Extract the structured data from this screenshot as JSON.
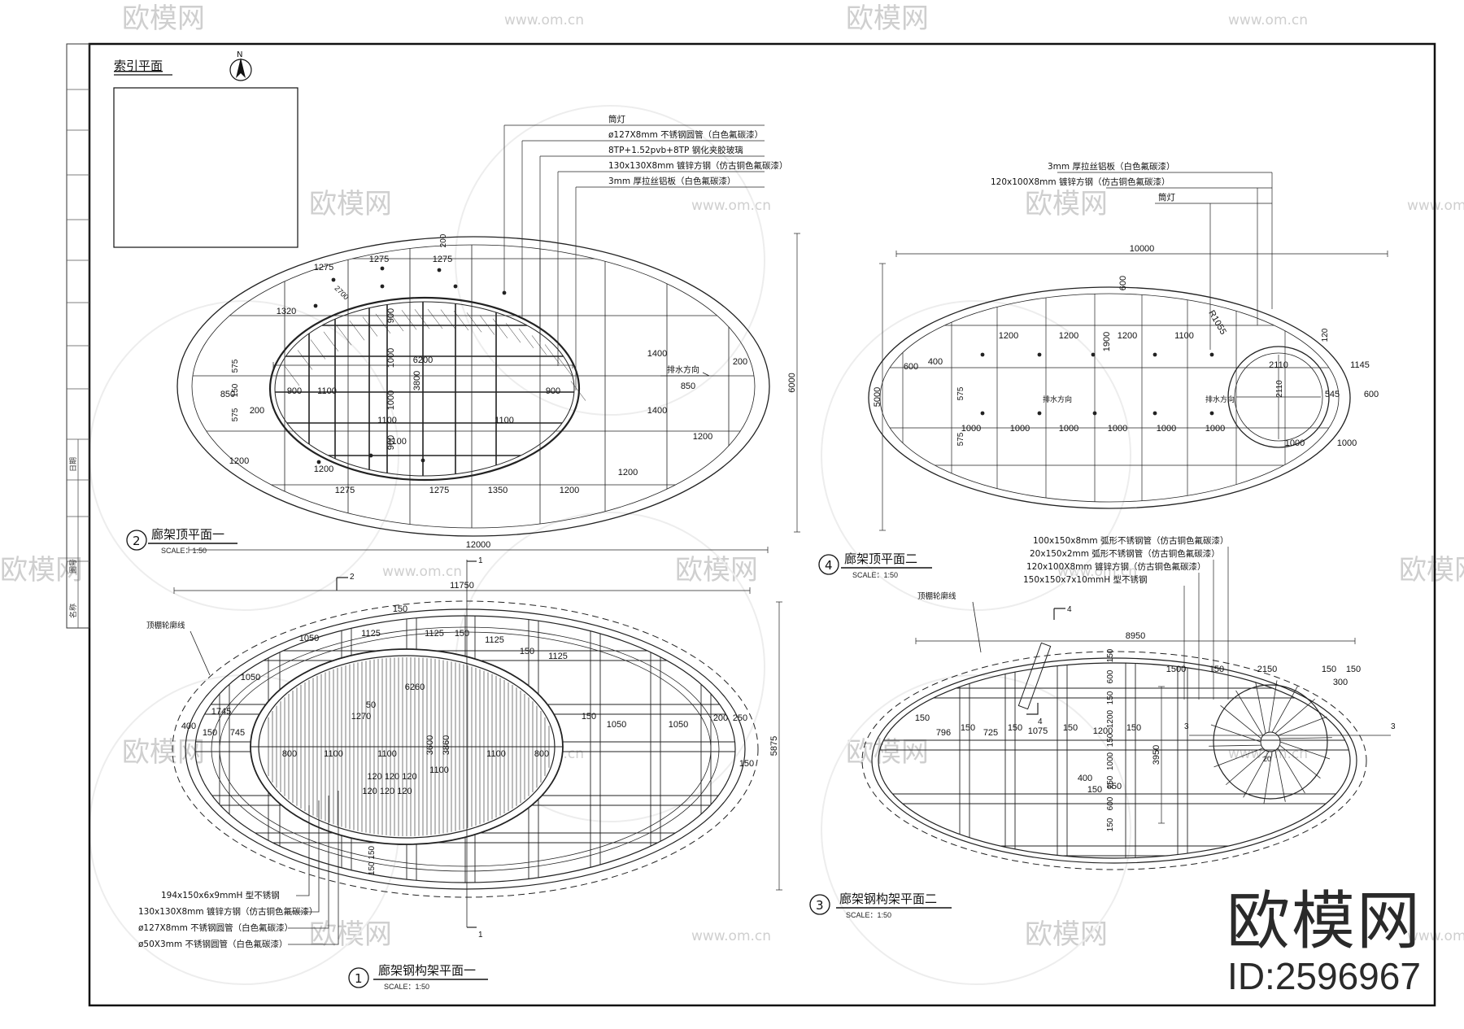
{
  "watermark": {
    "logo": "欧模网",
    "url": "www.om.cn"
  },
  "brand": {
    "name": "欧模网",
    "id": "ID:2596967"
  },
  "index_plan": {
    "title": "索引平面",
    "north": "N"
  },
  "title_block": {
    "text1": "名称",
    "text2": "图号",
    "text3": "日期"
  },
  "drawings": {
    "d2": {
      "num": "2",
      "title": "廊架顶平面一",
      "scale": "SCALE：1:50",
      "callouts": [
        "筒灯",
        "ø127X8mm 不锈钢圆管（白色氟碳漆）",
        "8TP+1.52pvb+8TP 钢化夹胶玻璃",
        "130x130X8mm 镀锌方钢（仿古铜色氟碳漆）",
        "3mm 厚拉丝铝板（白色氟碳漆）"
      ],
      "drain": "排水方向",
      "dims": {
        "overall": "12000",
        "height": "6000",
        "inner": "6200",
        "inner_h": "3800"
      }
    },
    "d4": {
      "num": "4",
      "title": "廊架顶平面二",
      "scale": "SCALE：1:50",
      "callouts": [
        "3mm 厚拉丝铝板（白色氟碳漆）",
        "120x100X8mm 镀锌方钢（仿古铜色氟碳漆）",
        "筒灯"
      ],
      "drain": "排水方向",
      "radius": "R1055",
      "dims": {
        "overall": "10000",
        "height": "5000"
      }
    },
    "d1": {
      "num": "1",
      "title": "廊架钢构架平面一",
      "scale": "SCALE：1:50",
      "outline": "顶棚轮廓线",
      "callouts": [
        "194x150x6x9mmH 型不锈钢",
        "130x130X8mm 镀锌方钢（仿古铜色氟碳漆）",
        "ø127X8mm 不锈钢圆管（白色氟碳漆）",
        "ø50X3mm 不锈钢圆管（白色氟碳漆）"
      ],
      "dims": {
        "overall": "11750",
        "height": "5875",
        "inner": "6260",
        "inner_h": "3860"
      },
      "section": "1"
    },
    "d3": {
      "num": "3",
      "title": "廊架钢构架平面二",
      "scale": "SCALE：1:50",
      "outline": "顶棚轮廓线",
      "callouts": [
        "100x150x8mm 弧形不锈钢管（仿古铜色氟碳漆）",
        "20x150x2mm 弧形不锈钢管（仿古铜色氟碳漆）",
        "120x100X8mm 镀锌方钢（仿古铜色氟碳漆）",
        "150x150x7x10mmH 型不锈钢"
      ],
      "dims": {
        "overall": "8950",
        "height": "3950"
      },
      "section": "3",
      "section2": "4"
    }
  }
}
